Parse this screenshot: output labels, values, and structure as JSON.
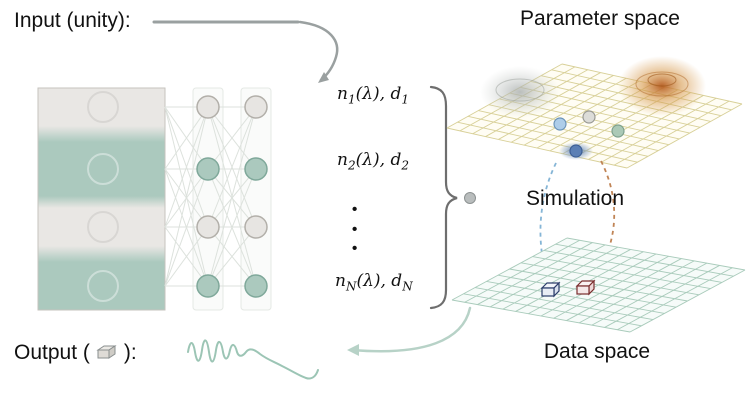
{
  "labels": {
    "input": "Input (unity):",
    "parameter_space": "Parameter space",
    "simulation": "Simulation",
    "data_space": "Data space",
    "output_prefix": "Output (",
    "output_suffix": "):",
    "dots": "•\n•\n•"
  },
  "params": [
    {
      "base": "n",
      "sub1": "1",
      "mid": "(λ), d",
      "sub2": "1"
    },
    {
      "base": "n",
      "sub1": "2",
      "mid": "(λ), d",
      "sub2": "2"
    },
    {
      "base": "n",
      "sub1": "N",
      "mid": "(λ), d",
      "sub2": "N"
    }
  ],
  "colors": {
    "teal": "#abc9be",
    "gray_layer": "#e9e7e4",
    "grid_param": "#d8d098",
    "grid_data": "#a9cbbb",
    "arrow_gray": "#9aa0a0",
    "arrow_teal": "#b7d2c7",
    "dashed_blue": "#85b5d6",
    "dashed_orange": "#c08455",
    "bump_orange": "#c4691f",
    "bump_gray": "#b4b9b4",
    "funnel_blue": "#4a6fa5"
  }
}
